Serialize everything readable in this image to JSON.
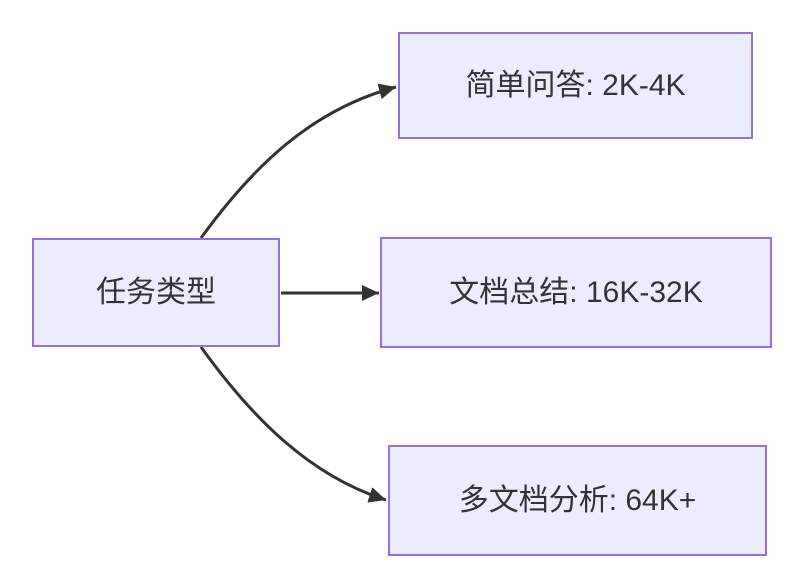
{
  "diagram": {
    "type": "flowchart-left-to-right",
    "colors": {
      "background": "#ffffff",
      "node_fill": "#ECECFF",
      "node_border": "#9370DB",
      "text_color": "#333333",
      "arrow_color": "#333333"
    },
    "root": {
      "label": "任务类型"
    },
    "branches": [
      {
        "label": "简单问答: 2K-4K"
      },
      {
        "label": "文档总结: 16K-32K"
      },
      {
        "label": "多文档分析: 64K+"
      }
    ]
  }
}
